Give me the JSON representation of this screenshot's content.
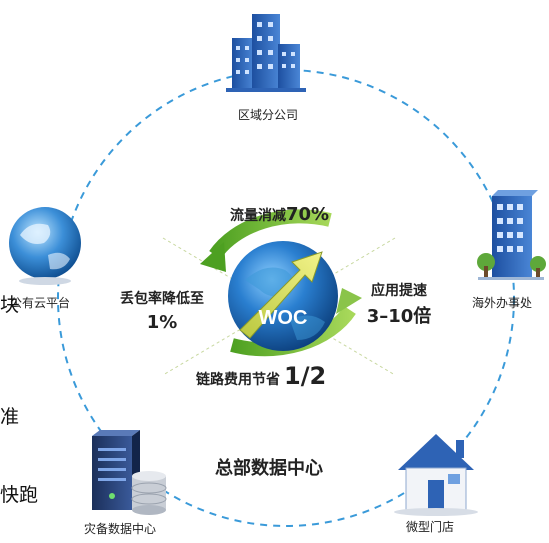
{
  "nodes": {
    "regional_branch": "区域分公司",
    "overseas_office": "海外办事处",
    "public_cloud": "公有云平台",
    "backup_dc": "灾备数据中心",
    "micro_store": "微型门店",
    "hq_dc": "总部数据中心"
  },
  "hub": {
    "label": "WOC"
  },
  "stats": {
    "traffic_prefix": "流量消减",
    "traffic_value": "70%",
    "loss_text": "丢包率降低至",
    "loss_value": "1%",
    "accel_text": "应用提速",
    "accel_value": "3–10倍",
    "cost_text": "链路费用节省",
    "cost_value": "1/2"
  },
  "edge_fragments": [
    "块",
    "准",
    "快跑"
  ],
  "colors": {
    "ring": "#3a9ad9",
    "arrow_green": "#7dc242",
    "globe_blue": "#1a5ea8",
    "building_blue": "#2e63b5"
  }
}
